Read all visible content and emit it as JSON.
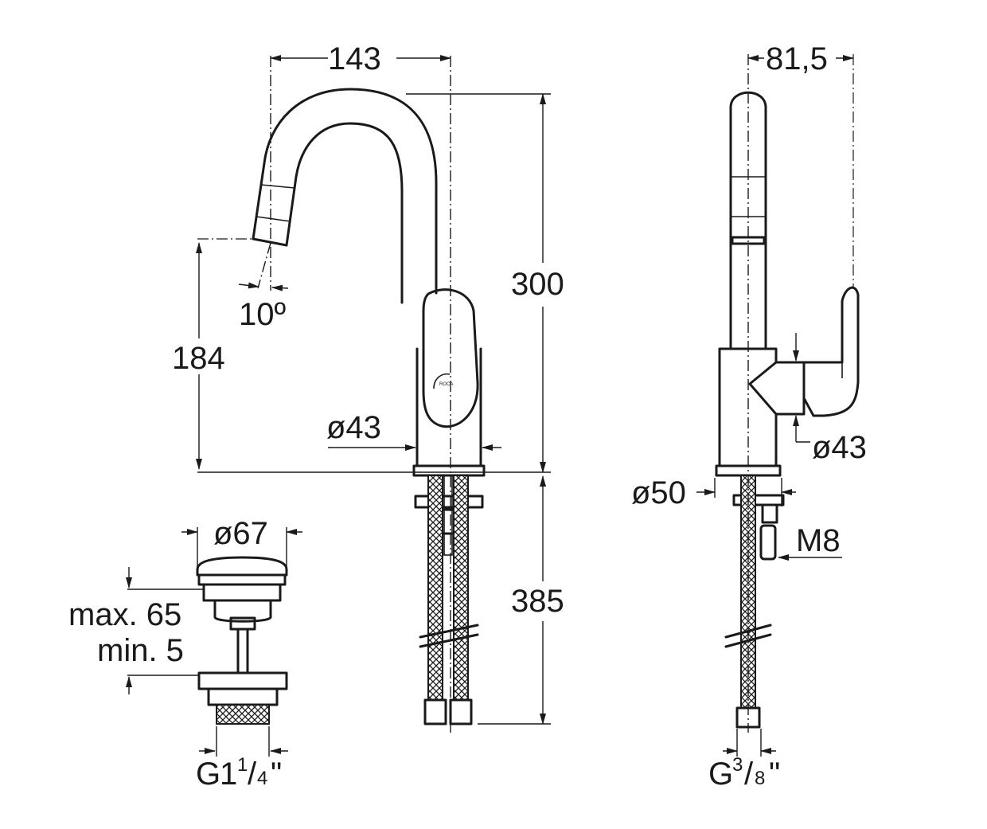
{
  "front_view": {
    "spout_reach": "143",
    "total_height": "300",
    "spout_height": "184",
    "spout_angle": "10º",
    "body_diameter": "ø43",
    "hose_length": "385",
    "logo_text": "ROCA"
  },
  "side_view": {
    "depth": "81,5",
    "lever_diameter": "ø43",
    "base_diameter": "ø50",
    "stud_thread": "M8",
    "hose_thread": {
      "prefix": "G",
      "numerator": "3",
      "denominator": "8",
      "suffix": "\""
    }
  },
  "waste_valve": {
    "cap_diameter": "ø67",
    "max_thickness": "max. 65",
    "min_thickness": "min. 5",
    "thread": {
      "prefix": "G",
      "whole": "1",
      "numerator": "1",
      "denominator": "4",
      "suffix": "\""
    }
  }
}
